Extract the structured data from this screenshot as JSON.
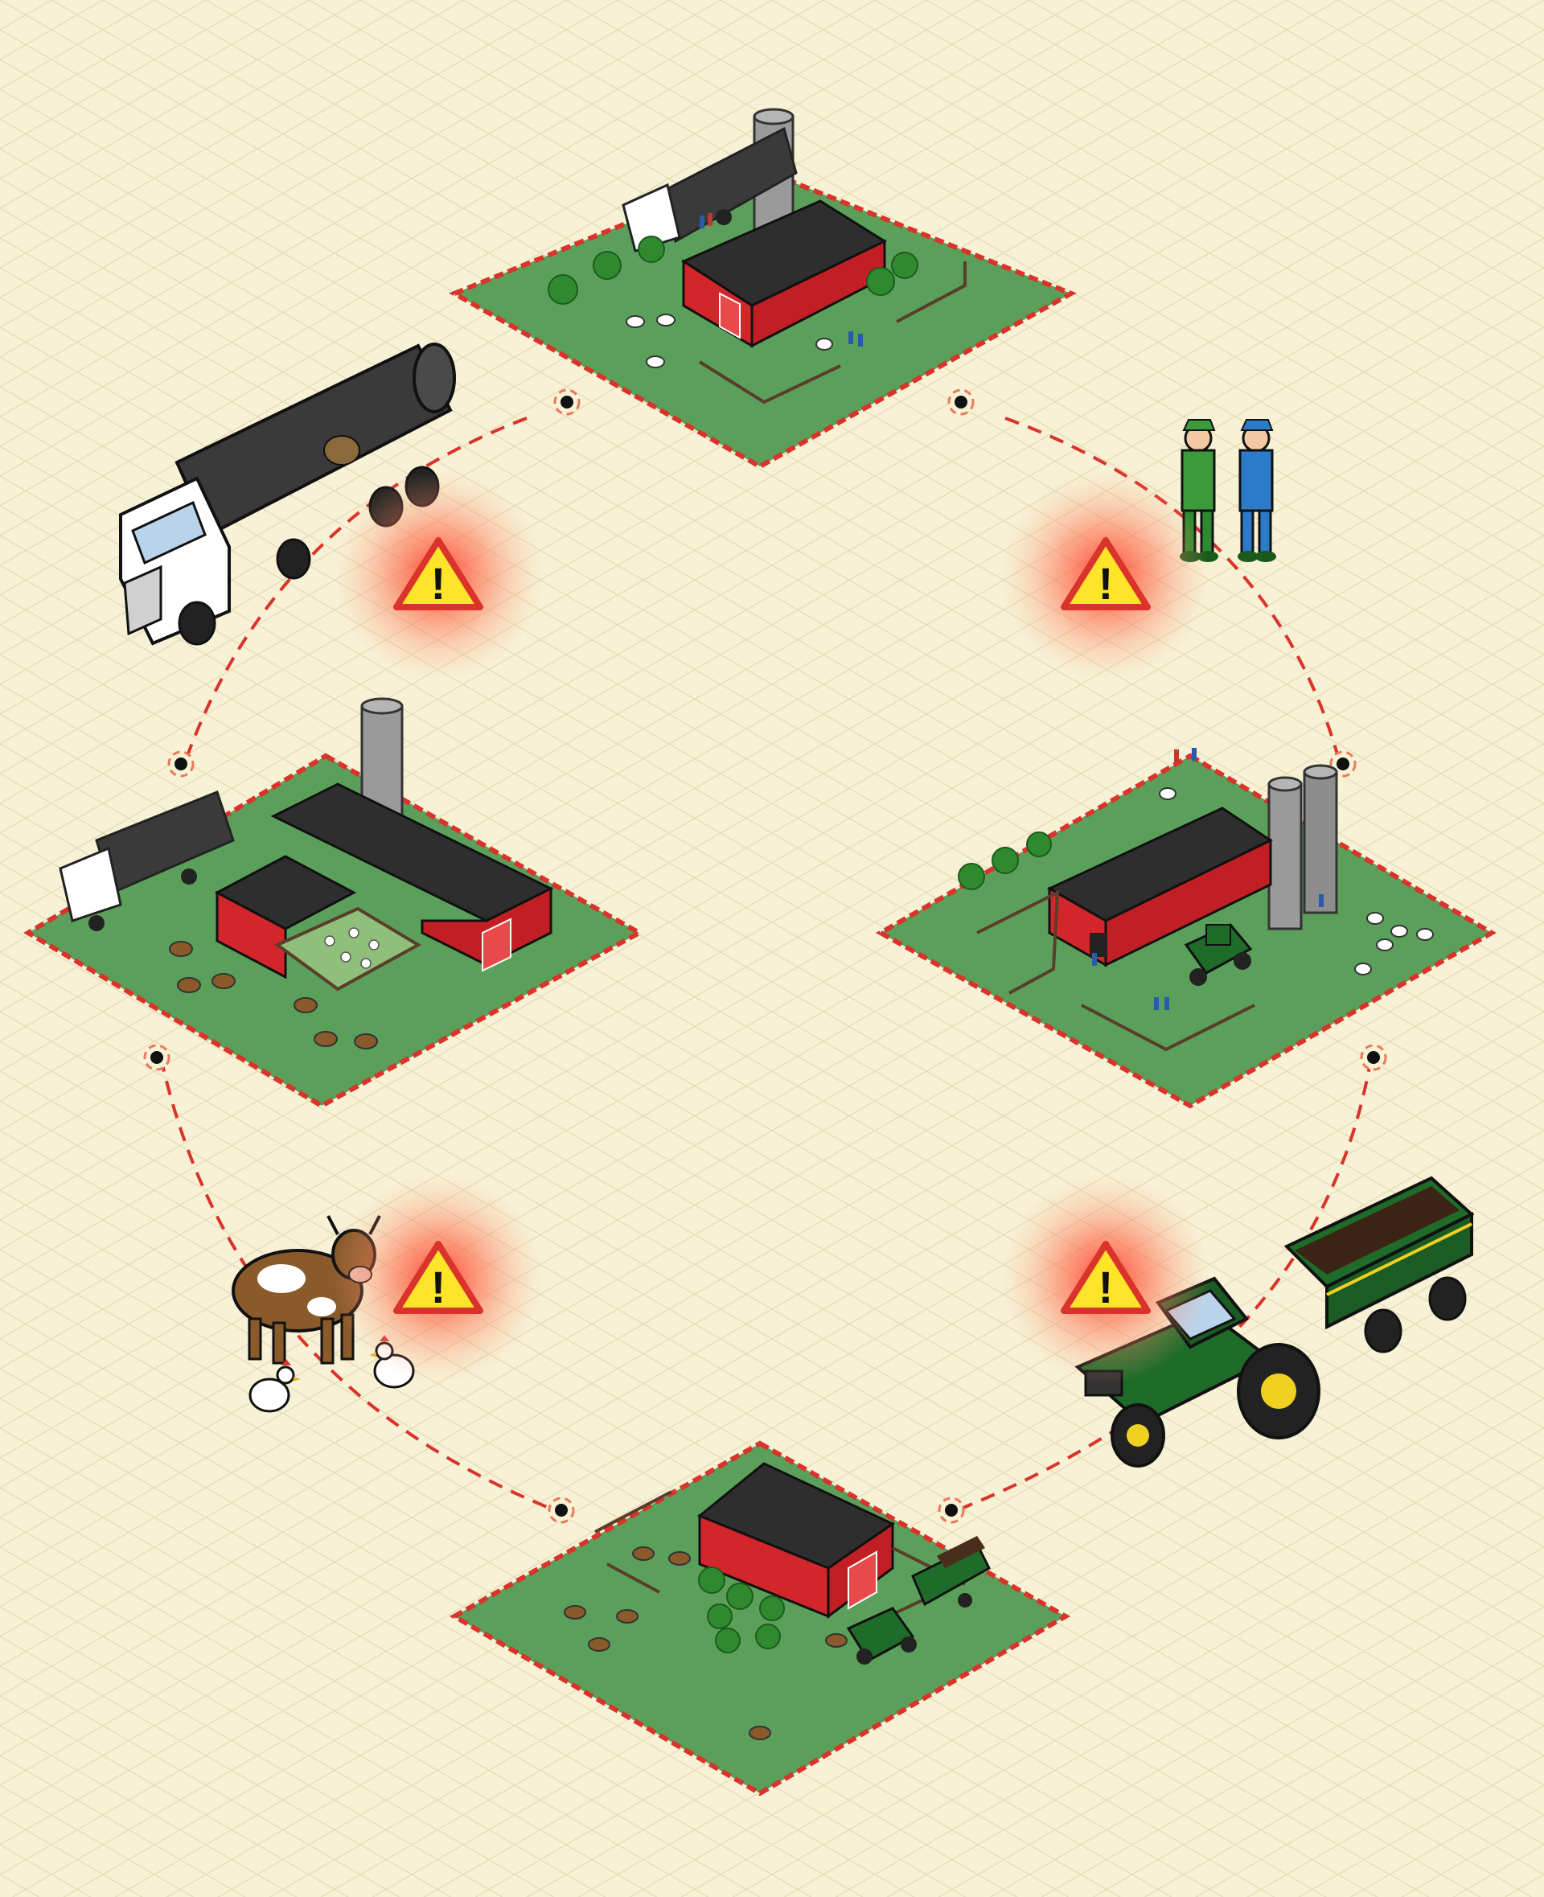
{
  "colors": {
    "background": "#f7f1d6",
    "grid_line": "#e6dcb6",
    "tile_grass": "#5aa05a",
    "tile_border": "#d9332b",
    "connector": "#d9332b",
    "barn_red": "#d3262b",
    "roof": "#2e2e2e",
    "silo": "#9a9a9a",
    "tanker": "#3a3a3a",
    "tractor_green": "#1f6b2a",
    "warning_fill": "#ffe52a",
    "warning_border": "#d9332b",
    "glow": "#ff4a3a"
  },
  "farms": [
    {
      "id": "farm-top",
      "features": [
        "milk-tanker",
        "silo",
        "barn",
        "trees",
        "sheep",
        "fence",
        "people"
      ]
    },
    {
      "id": "farm-left",
      "features": [
        "milk-tanker",
        "silo",
        "l-shaped-barn",
        "cows",
        "sheep-pen"
      ]
    },
    {
      "id": "farm-right",
      "features": [
        "twin-silos",
        "barn",
        "tractor",
        "trees",
        "sheep",
        "fence",
        "people"
      ]
    },
    {
      "id": "farm-bottom",
      "features": [
        "barn",
        "trees",
        "cows",
        "fence",
        "tractor-with-trailer"
      ]
    }
  ],
  "hazards": [
    {
      "id": "hazard-vehicles",
      "icon": "milk-tanker-truck-icon",
      "warning": "!"
    },
    {
      "id": "hazard-people",
      "icon": "farm-workers-icon",
      "warning": "!"
    },
    {
      "id": "hazard-animals",
      "icon": "cow-and-chickens-icon",
      "warning": "!"
    },
    {
      "id": "hazard-machinery",
      "icon": "tractor-and-trailer-icon",
      "warning": "!"
    }
  ]
}
